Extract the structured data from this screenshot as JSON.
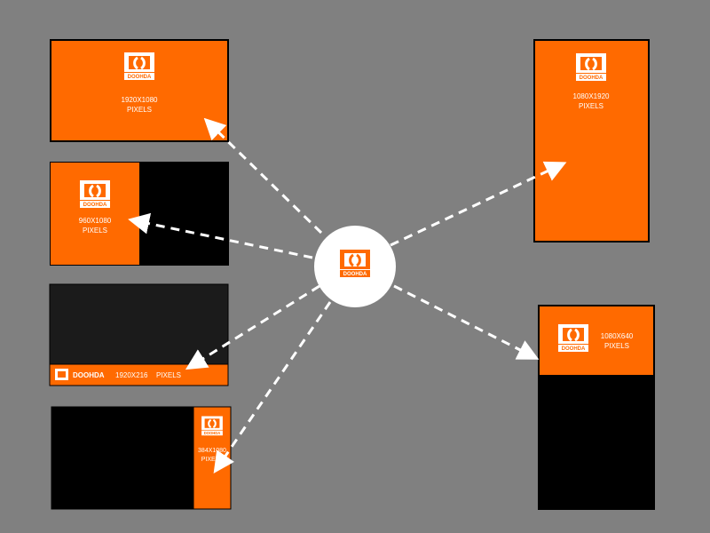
{
  "brand": "DOOHDA",
  "colors": {
    "accent": "#ff6a00",
    "background": "#808080",
    "black": "#000000",
    "dark": "#1b1b1b"
  },
  "formats": [
    {
      "id": "landscape-full",
      "resolution": "1920X1080",
      "unit": "PIXELS"
    },
    {
      "id": "half-left",
      "resolution": "960X1080",
      "unit": "PIXELS"
    },
    {
      "id": "lower-bar",
      "resolution": "1920X216",
      "unit": "PIXELS"
    },
    {
      "id": "side-strip",
      "resolution": "384X1080",
      "unit": "PIXELS"
    },
    {
      "id": "portrait-full",
      "resolution": "1080X1920",
      "unit": "PIXELS"
    },
    {
      "id": "portrait-top",
      "resolution": "1080X640",
      "unit": "PIXELS"
    }
  ]
}
